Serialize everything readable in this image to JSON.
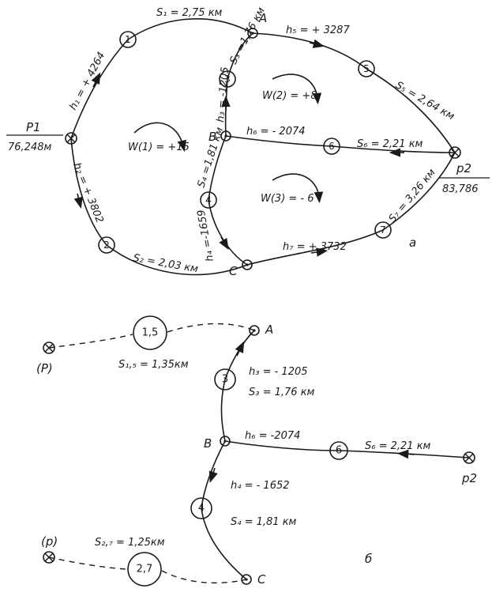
{
  "panel_a": {
    "tag": "а",
    "P1": {
      "name": "P1",
      "height": "76,248м"
    },
    "P2": {
      "name": "p2",
      "height": "83,786"
    },
    "points": {
      "A": "A",
      "B": "B",
      "C": "C"
    },
    "nodes": [
      "1",
      "2",
      "3",
      "4",
      "5",
      "6",
      "7"
    ],
    "edge_labels": {
      "h1": "h₁ = + 4264",
      "s1": "S₁ = 2,75 км",
      "h2": "h₂ = + 3802",
      "s2": "S₂ = 2,03 км",
      "h3": "h₃ = -1205",
      "s3": "S₃ =1,76 км",
      "h4": "h₄ =-1659",
      "s4": "S₄ =1,81 км",
      "h5": "h₅ = + 3287",
      "s5": "S₅ = 2,64 км",
      "h6": "h₆ = - 2074",
      "s6": "S₆ = 2,21 км",
      "h7": "h₇ = + 3732",
      "s7": "S₇ = 3,26 км"
    },
    "loops": {
      "w1": "W(1) = +15",
      "w2": "W(2) = +8",
      "w3": "W(3) = - 6"
    }
  },
  "panel_b": {
    "tag": "б",
    "P_top": "(P)",
    "P_bottom": "(p)",
    "P2": "p2",
    "points": {
      "A": "A",
      "B": "B",
      "C": "C"
    },
    "nodes": {
      "n15": "1,5",
      "n27": "2,7",
      "n3": "3",
      "n4": "4",
      "n6": "6"
    },
    "labels": {
      "s15": "S₁,₅ = 1,35км",
      "s27": "S₂,₇ = 1,25км",
      "h3": "h₃ = - 1205",
      "s3": "S₃ = 1,76 км",
      "h6": "h₆ = -2074",
      "s6": "S₆ = 2,21 км",
      "h4": "h₄ = - 1652",
      "s4": "S₄ = 1,81 км"
    }
  }
}
